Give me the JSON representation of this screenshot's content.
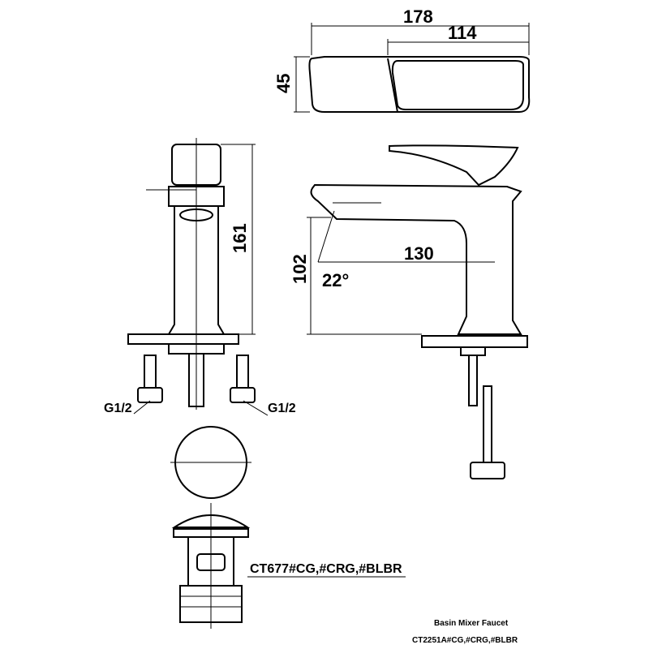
{
  "dimensions": {
    "width_total": "178",
    "width_body": "114",
    "depth": "45",
    "height_total": "161",
    "spout_height": "102",
    "spout_reach": "130",
    "spout_angle": "22°"
  },
  "connectors": {
    "left": "G1/2",
    "right": "G1/2"
  },
  "drain_model": "CT677#CG,#CRG,#BLBR",
  "product": {
    "name": "Basin Mixer Faucet",
    "model": "CT2251A#CG,#CRG,#BLBR"
  }
}
